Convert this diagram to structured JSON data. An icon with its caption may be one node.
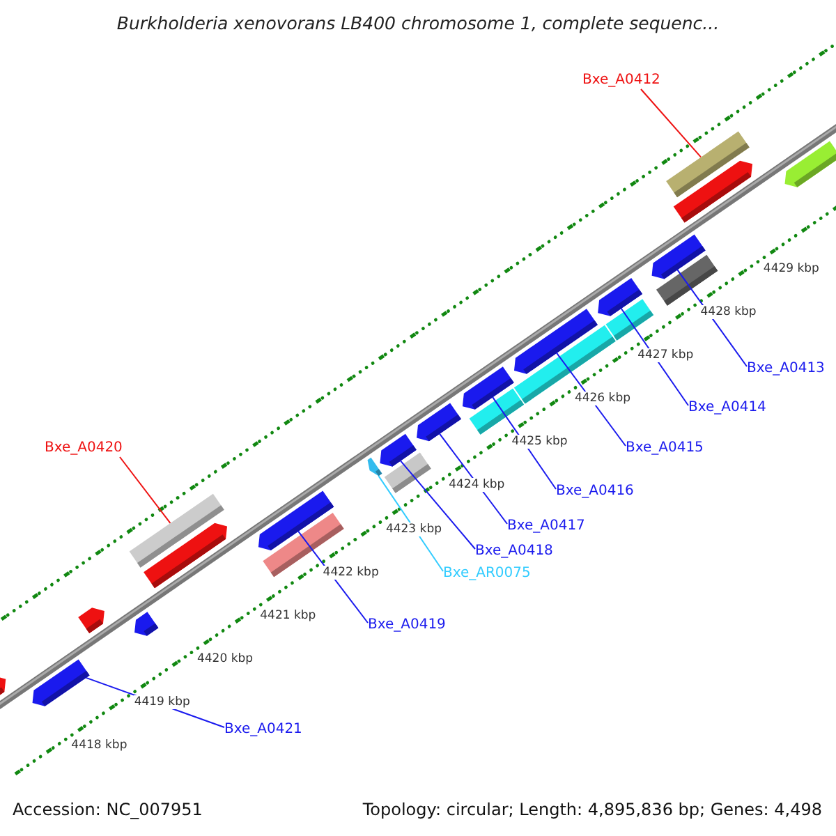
{
  "diagram": {
    "title": "Burkholderia xenovorans LB400 chromosome 1, complete sequenc...",
    "nodes": [
      {
        "text": [
          "Bxe_A0412"
        ]
      },
      {
        "text": [
          "Bxe_A0413"
        ]
      },
      {
        "text": [
          "Bxe_A0414"
        ]
      },
      {
        "text": [
          "Bxe_A0415"
        ]
      },
      {
        "text": [
          "Bxe_A0420"
        ]
      },
      {
        "text": [
          "Bxe_A0416"
        ]
      },
      {
        "text": [
          "Bxe_A0417"
        ]
      },
      {
        "text": [
          "Bxe_A0418"
        ]
      },
      {
        "text": [
          "Bxe_AR0075"
        ]
      },
      {
        "text": [
          "Bxe_A0419"
        ]
      },
      {
        "text": [
          "Bxe_A0421"
        ]
      },
      {
        "text": [],
        "shape": "bar"
      },
      {
        "text": [],
        "shape": "bar"
      },
      {
        "text": [],
        "shape": "bar"
      },
      {
        "text": [],
        "shape": "bar"
      },
      {
        "text": [],
        "shape": "bar"
      },
      {
        "text": [],
        "shape": "bar"
      },
      {
        "text": [],
        "shape": "bar"
      },
      {
        "text": [],
        "shape": "bar"
      },
      {
        "text": [],
        "shape": "bar"
      },
      {
        "text": [],
        "shape": "bar"
      },
      {
        "text": [],
        "shape": "bar"
      },
      {
        "text": [],
        "shape": "bar"
      },
      {
        "text": [],
        "shape": "bar"
      },
      {
        "text": [],
        "shape": "bar"
      },
      {
        "text": [],
        "shape": "bar"
      },
      {
        "text": [],
        "shape": "bar"
      },
      {
        "text": [],
        "shape": "bar"
      },
      {
        "text": [],
        "shape": "bar"
      },
      {
        "text": [],
        "shape": "bar"
      },
      {
        "text": [],
        "shape": "bar"
      },
      {
        "text": [],
        "shape": "bar"
      },
      {
        "text": [],
        "shape": "bar"
      },
      {
        "text": [],
        "shape": "bar"
      }
    ],
    "edges": [
      {
        "from": 0,
        "to": 32,
        "arrow": "none",
        "color": "#ee1111"
      },
      {
        "from": 1,
        "to": 30,
        "arrow": "none"
      },
      {
        "from": 2,
        "to": 27,
        "arrow": "none"
      },
      {
        "from": 3,
        "to": 26,
        "arrow": "none"
      },
      {
        "from": 4,
        "to": 15,
        "arrow": "none",
        "color": "#ee1111"
      },
      {
        "from": 5,
        "to": 24,
        "arrow": "none"
      },
      {
        "from": 6,
        "to": 22,
        "arrow": "none"
      },
      {
        "from": 7,
        "to": 21,
        "arrow": "none"
      },
      {
        "from": 8,
        "to": 19,
        "arrow": "none",
        "color": "#33ccff"
      },
      {
        "from": 9,
        "to": 18,
        "arrow": "none"
      },
      {
        "from": 10,
        "to": 12,
        "arrow": "none"
      }
    ],
    "labels": [
      "4429 kbp",
      "4428 kbp",
      "4427 kbp",
      "4426 kbp",
      "4425 kbp",
      "4424 kbp",
      "4423 kbp",
      "4422 kbp",
      "4421 kbp",
      "4420 kbp",
      "4419 kbp",
      "4418 kbp",
      "Accession: NC_007951",
      "Topology: circular; Length: 4,895,836 bp; Genes: 4,498"
    ]
  }
}
